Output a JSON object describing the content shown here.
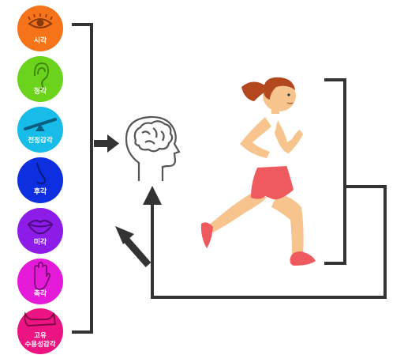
{
  "senses": [
    {
      "label": "시각",
      "icon": "eye-icon",
      "color": "#F7731A"
    },
    {
      "label": "청각",
      "icon": "ear-icon",
      "color": "#6CD31C"
    },
    {
      "label": "전정감각",
      "icon": "balance-seesaw-icon",
      "color": "#18BCE8"
    },
    {
      "label": "후각",
      "icon": "nose-icon",
      "color": "#0E2FE0"
    },
    {
      "label": "미각",
      "icon": "lips-icon",
      "color": "#8E1CE8"
    },
    {
      "label": "촉각",
      "icon": "hand-icon",
      "color": "#E51AD8"
    },
    {
      "label_line1": "고유",
      "label_line2": "수용성감각",
      "icon": "body-limb-icon",
      "color": "#EC1382"
    }
  ],
  "colors": {
    "connector": "#333333",
    "brain_outline": "#555555",
    "skin": "#F8C48E",
    "hair": "#B3471E",
    "shorts": "#EF5A5E",
    "shoes": "#EF5A5E",
    "shirt": "#FFFFFF"
  },
  "icons": {
    "brain": "brain-head-icon",
    "runner": "running-woman-figure"
  }
}
